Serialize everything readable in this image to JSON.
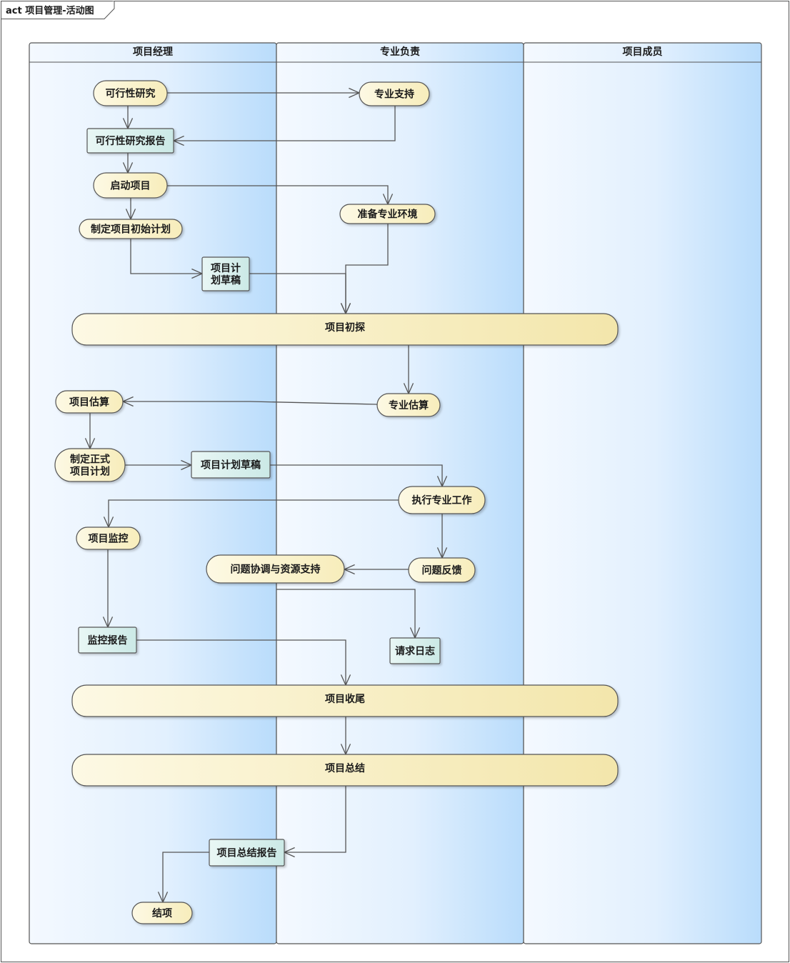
{
  "frame": {
    "title": "act 项目管理-活动图"
  },
  "lanes": [
    {
      "id": "pm",
      "label": "项目经理"
    },
    {
      "id": "spec",
      "label": "专业负责"
    },
    {
      "id": "member",
      "label": "项目成员"
    }
  ],
  "nodes": [
    {
      "id": "feasibility",
      "kind": "action",
      "lines": [
        "可行性研究"
      ]
    },
    {
      "id": "spec_support",
      "kind": "action",
      "lines": [
        "专业支持"
      ]
    },
    {
      "id": "feasibility_report",
      "kind": "object",
      "lines": [
        "可行性研究报告"
      ]
    },
    {
      "id": "start_project",
      "kind": "action",
      "lines": [
        "启动项目"
      ]
    },
    {
      "id": "prepare_env",
      "kind": "action",
      "lines": [
        "准备专业环境"
      ]
    },
    {
      "id": "initial_plan",
      "kind": "action",
      "lines": [
        "制定项目初始计划"
      ]
    },
    {
      "id": "plan_draft_1",
      "kind": "object",
      "lines": [
        "项目计",
        "划草稿"
      ]
    },
    {
      "id": "explore",
      "kind": "bar",
      "lines": [
        "项目初探"
      ]
    },
    {
      "id": "project_estimate",
      "kind": "action",
      "lines": [
        "项目估算"
      ]
    },
    {
      "id": "spec_estimate",
      "kind": "action",
      "lines": [
        "专业估算"
      ]
    },
    {
      "id": "formal_plan",
      "kind": "action",
      "lines": [
        "制定正式",
        "项目计划"
      ]
    },
    {
      "id": "plan_draft_2",
      "kind": "object",
      "lines": [
        "项目计划草稿"
      ]
    },
    {
      "id": "execute_work",
      "kind": "action",
      "lines": [
        "执行专业工作"
      ]
    },
    {
      "id": "monitor",
      "kind": "action",
      "lines": [
        "项目监控"
      ]
    },
    {
      "id": "coordinate",
      "kind": "action",
      "lines": [
        "问题协调与资源支持"
      ]
    },
    {
      "id": "feedback",
      "kind": "action",
      "lines": [
        "问题反馈"
      ]
    },
    {
      "id": "monitor_report",
      "kind": "object",
      "lines": [
        "监控报告"
      ]
    },
    {
      "id": "request_log",
      "kind": "object",
      "lines": [
        "请求日志"
      ]
    },
    {
      "id": "closing",
      "kind": "bar",
      "lines": [
        "项目收尾"
      ]
    },
    {
      "id": "summary",
      "kind": "bar",
      "lines": [
        "项目总结"
      ]
    },
    {
      "id": "summary_report",
      "kind": "object",
      "lines": [
        "项目总结报告"
      ]
    },
    {
      "id": "close",
      "kind": "action",
      "lines": [
        "结项"
      ]
    }
  ],
  "edges": [
    [
      "feasibility",
      "spec_support"
    ],
    [
      "feasibility",
      "feasibility_report"
    ],
    [
      "spec_support",
      "feasibility_report"
    ],
    [
      "feasibility_report",
      "start_project"
    ],
    [
      "start_project",
      "prepare_env"
    ],
    [
      "start_project",
      "initial_plan"
    ],
    [
      "initial_plan",
      "plan_draft_1"
    ],
    [
      "plan_draft_1",
      "explore"
    ],
    [
      "prepare_env",
      "explore"
    ],
    [
      "explore",
      "spec_estimate"
    ],
    [
      "spec_estimate",
      "project_estimate"
    ],
    [
      "project_estimate",
      "formal_plan"
    ],
    [
      "formal_plan",
      "plan_draft_2"
    ],
    [
      "plan_draft_2",
      "execute_work"
    ],
    [
      "execute_work",
      "monitor"
    ],
    [
      "execute_work",
      "feedback"
    ],
    [
      "feedback",
      "coordinate"
    ],
    [
      "coordinate",
      "request_log"
    ],
    [
      "monitor",
      "monitor_report"
    ],
    [
      "monitor_report",
      "closing"
    ],
    [
      "closing",
      "summary"
    ],
    [
      "summary",
      "summary_report"
    ],
    [
      "summary_report",
      "close"
    ]
  ],
  "colors": {
    "action_fill": "#fbf5d6",
    "object_fill": "#d9f0ee",
    "node_stroke": "#555555",
    "lane_light": "#f4f9ff",
    "lane_dark": "#b9dcfb",
    "edge": "#555555"
  }
}
